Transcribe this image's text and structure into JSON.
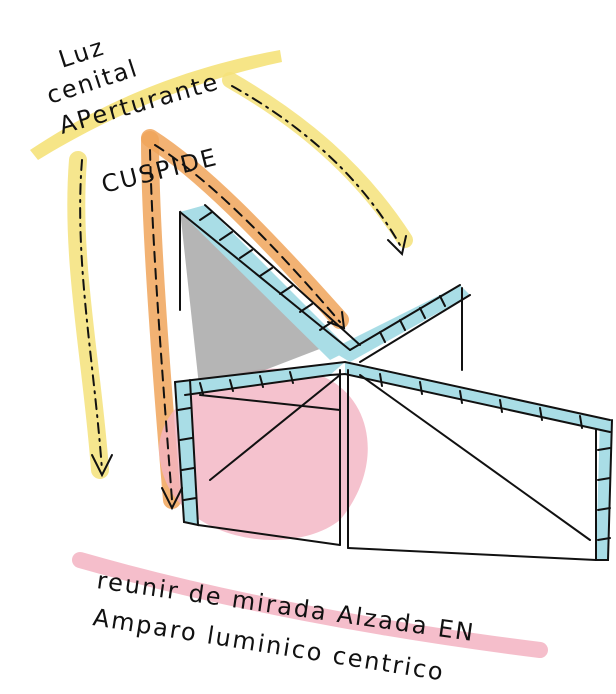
{
  "annotations": {
    "top_lines": [
      "Luz",
      "cenital",
      "APerturante"
    ],
    "cuspide": "CUSPIDE",
    "bottom_lines": [
      "reunir de mirada Alzada EN",
      "Amparo luminico centrico"
    ]
  },
  "colors": {
    "ink": "#111111",
    "yellow_highlight": "#f5e27a",
    "orange_arrow": "#f0a55a",
    "pink_glow": "#f3b3c2",
    "cyan_frame": "#a9dde6",
    "grey_shadow": "#9c9c9c"
  }
}
